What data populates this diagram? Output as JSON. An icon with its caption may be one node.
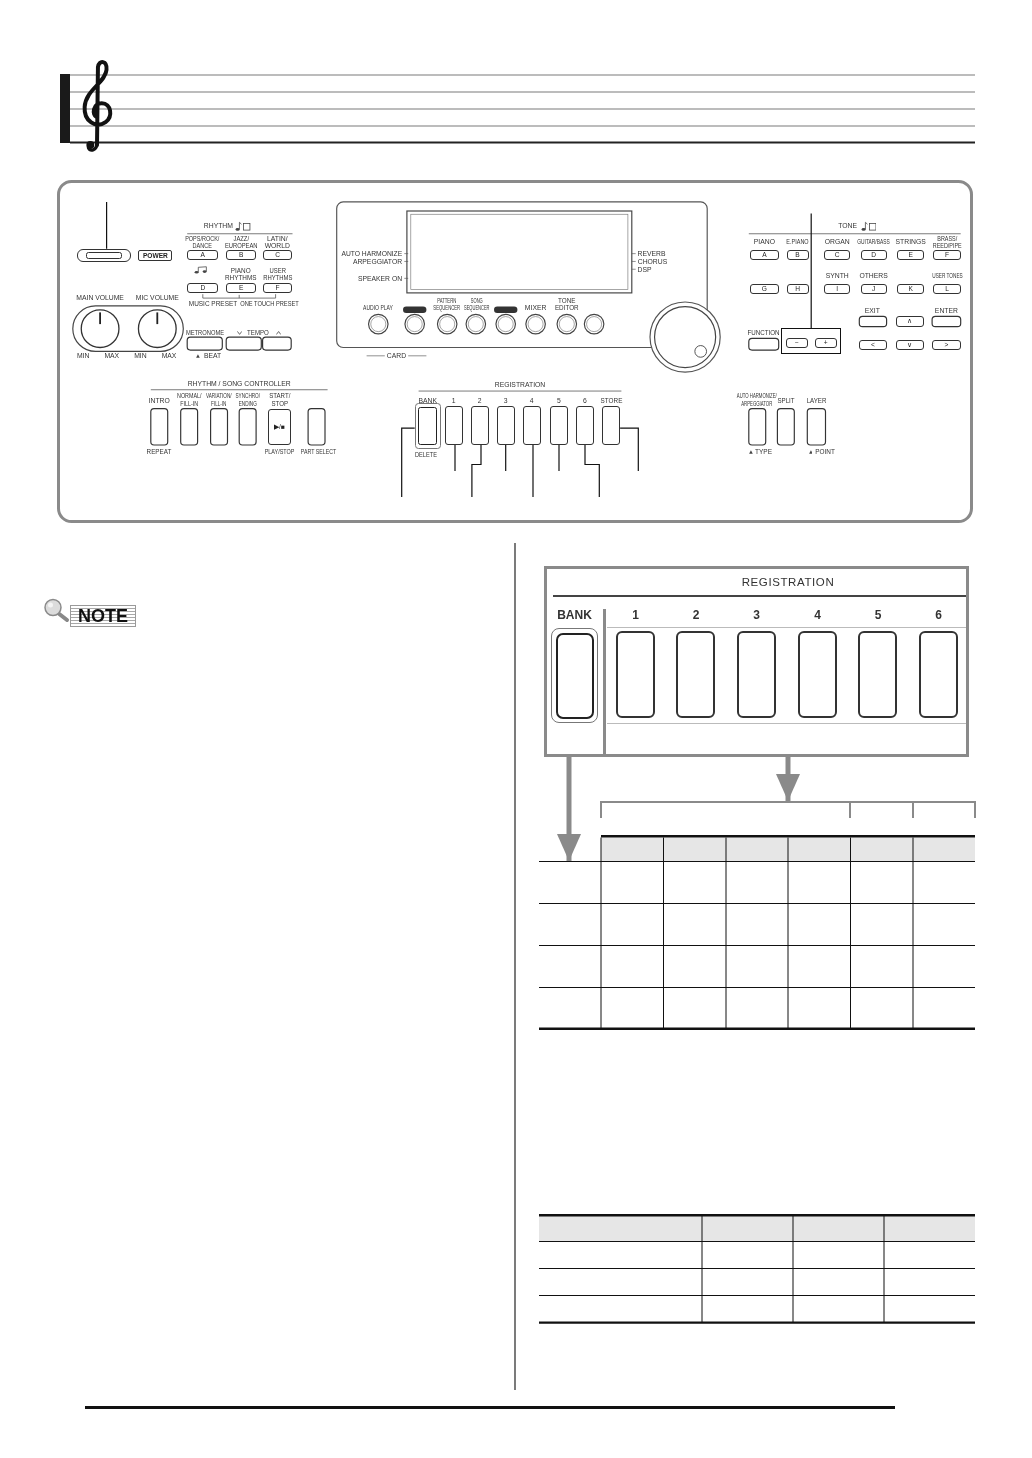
{
  "diagram": {
    "nodes": [
      {
        "text": [],
        "shape": "box",
        "beside": [
          "POWER"
        ]
      },
      {
        "text": [
          "A"
        ],
        "beside": [
          "POPS/ROCK/ DANCE"
        ]
      },
      {
        "text": [
          "B"
        ],
        "beside": [
          "JAZZ/ EUROPEAN"
        ]
      },
      {
        "text": [
          "C"
        ],
        "beside": [
          "LATIN/ WORLD"
        ]
      },
      {
        "text": [
          "D"
        ]
      },
      {
        "text": [
          "E"
        ],
        "beside": [
          "PIANO RHYTHMS"
        ]
      },
      {
        "text": [
          "F"
        ],
        "beside": [
          "USER RHYTHMS"
        ]
      },
      {
        "text": [
          "▶/■"
        ],
        "beside": [
          "START/ STOP",
          "PLAY/STOP"
        ]
      },
      {
        "text": [],
        "shape": "box",
        "beside": [
          "BANK",
          "DELETE"
        ]
      },
      {
        "text": [],
        "shape": "box",
        "beside": [
          "1"
        ]
      },
      {
        "text": [],
        "shape": "box",
        "beside": [
          "2"
        ]
      },
      {
        "text": [],
        "shape": "box",
        "beside": [
          "3"
        ]
      },
      {
        "text": [],
        "shape": "box",
        "beside": [
          "4"
        ]
      },
      {
        "text": [],
        "shape": "box",
        "beside": [
          "5"
        ]
      },
      {
        "text": [],
        "shape": "box",
        "beside": [
          "6"
        ]
      },
      {
        "text": [],
        "shape": "box",
        "beside": [
          "STORE"
        ]
      },
      {
        "text": [
          "A"
        ],
        "beside": [
          "PIANO"
        ]
      },
      {
        "text": [
          "B"
        ],
        "beside": [
          "E.PIANO"
        ]
      },
      {
        "text": [
          "C"
        ],
        "beside": [
          "ORGAN"
        ]
      },
      {
        "text": [
          "D"
        ],
        "beside": [
          "GUITAR/BASS"
        ]
      },
      {
        "text": [
          "E"
        ],
        "beside": [
          "STRINGS"
        ]
      },
      {
        "text": [
          "F"
        ],
        "beside": [
          "BRASS/ REED/PIPE"
        ]
      },
      {
        "text": [
          "G"
        ]
      },
      {
        "text": [
          "H"
        ]
      },
      {
        "text": [
          "I"
        ],
        "beside": [
          "SYNTH"
        ]
      },
      {
        "text": [
          "J"
        ],
        "beside": [
          "OTHERS"
        ]
      },
      {
        "text": [
          "K"
        ]
      },
      {
        "text": [
          "L"
        ],
        "beside": [
          "USER TONES"
        ]
      },
      {
        "text": [],
        "shape": "box"
      },
      {
        "text": [
          "−"
        ],
        "in": 28
      },
      {
        "text": [
          "+"
        ],
        "in": 28
      },
      {
        "text": [
          "∧"
        ]
      },
      {
        "text": [
          "<"
        ]
      },
      {
        "text": [
          "∨"
        ]
      },
      {
        "text": [
          ">"
        ]
      },
      {
        "text": [
          "REGISTRATION"
        ]
      },
      {
        "text": [],
        "shape": "box",
        "in": 35,
        "beside": [
          "BANK"
        ]
      },
      {
        "text": [],
        "shape": "box",
        "in": 35,
        "beside": [
          "1"
        ]
      },
      {
        "text": [],
        "shape": "box",
        "in": 35,
        "beside": [
          "2"
        ]
      },
      {
        "text": [],
        "shape": "box",
        "in": 35,
        "beside": [
          "3"
        ]
      },
      {
        "text": [],
        "shape": "box",
        "in": 35,
        "beside": [
          "4"
        ]
      },
      {
        "text": [],
        "shape": "box",
        "in": 35,
        "beside": [
          "5"
        ]
      },
      {
        "text": [],
        "shape": "box",
        "in": 35,
        "beside": [
          "6"
        ]
      },
      {
        "text": [],
        "shape": "bracket"
      },
      {
        "text": [],
        "shape": "table"
      }
    ],
    "edges": [
      {
        "from": null,
        "to": 0,
        "arrow": "none"
      },
      {
        "from": null,
        "to": 28,
        "arrow": "none"
      },
      {
        "from": null,
        "to": 8,
        "arrow": "none"
      },
      {
        "from": null,
        "to": 9,
        "arrow": "none"
      },
      {
        "from": null,
        "to": 10,
        "arrow": "none"
      },
      {
        "from": null,
        "to": 11,
        "arrow": "none"
      },
      {
        "from": null,
        "to": 12,
        "arrow": "none"
      },
      {
        "from": null,
        "to": 13,
        "arrow": "none"
      },
      {
        "from": null,
        "to": 14,
        "arrow": "none"
      },
      {
        "from": null,
        "to": 15,
        "arrow": "none"
      },
      {
        "from": 35,
        "to": 44,
        "arrow": "to",
        "style": "thick",
        "color": "#8a8a8a"
      },
      {
        "from": 35,
        "to": 43,
        "arrow": "to",
        "style": "thick",
        "color": "#8a8a8a"
      }
    ],
    "labels": [
      "RHYTHM",
      "TONE",
      "AUTO HARMONIZE",
      "ARPEGGIATOR",
      "SPEAKER ON",
      "REVERB",
      "CHORUS",
      "DSP",
      "MUSIC PRESET",
      "ONE TOUCH PRESET",
      "MAIN VOLUME",
      "MIC VOLUME",
      "AUDIO PLAY",
      "PATTERN SEQUENCER",
      "SONG SEQUENCER",
      "MIXER",
      "TONE EDITOR",
      "EXIT",
      "ENTER",
      "METRONOME",
      "TEMPO",
      "FUNCTION",
      "MIN",
      "MAX",
      "MIN",
      "MAX",
      "BEAT",
      "CARD",
      "RHYTHM / SONG CONTROLLER",
      "REGISTRATION",
      "INTRO",
      "NORMAL/ FILL-IN",
      "VARIATION/ FILL-IN",
      "SYNCHRO/ ENDING",
      "AUTO HARMONIZE/ ARPEGGIATOR",
      "SPLIT",
      "LAYER",
      "REPEAT",
      "PART SELECT",
      "TYPE",
      "POINT",
      "NOTE"
    ]
  }
}
